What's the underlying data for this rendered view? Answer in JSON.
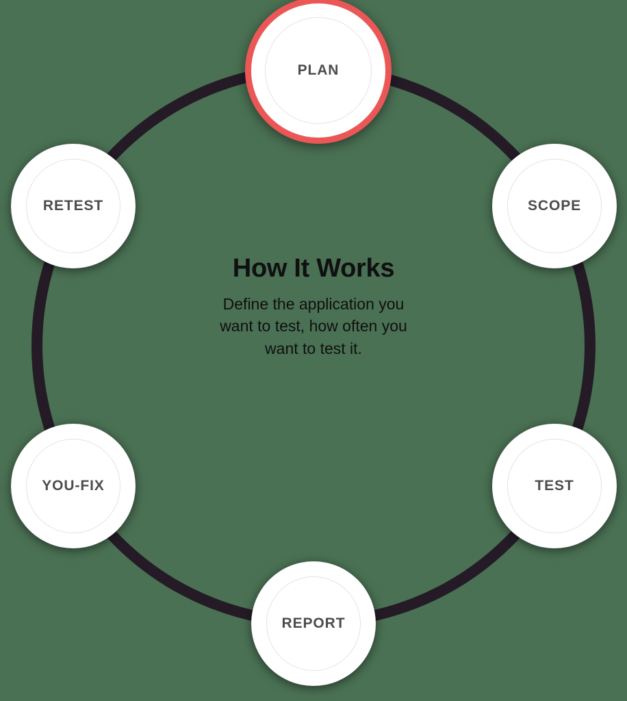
{
  "diagram": {
    "type": "cycle",
    "title": "How It Works",
    "description": "Define the application you want to test, how often you want to test it.",
    "description_lines": [
      "Define the application you",
      "want to test, how often you",
      "want to test it."
    ],
    "background_color": "#4a7153",
    "ring_color": "#241b26",
    "active_color": "#eb5757",
    "node_fill": "#ffffff",
    "node_label_color": "#4c4c4c",
    "text_color": "#100f11",
    "nodes": [
      {
        "id": "plan",
        "label": "PLAN",
        "active": true,
        "angle_deg": 270
      },
      {
        "id": "scope",
        "label": "SCOPE",
        "active": false,
        "angle_deg": 330
      },
      {
        "id": "test",
        "label": "TEST",
        "active": false,
        "angle_deg": 30
      },
      {
        "id": "report",
        "label": "REPORT",
        "active": false,
        "angle_deg": 90
      },
      {
        "id": "youfix",
        "label": "YOU-FIX",
        "active": false,
        "angle_deg": 150
      },
      {
        "id": "retest",
        "label": "RETEST",
        "active": false,
        "angle_deg": 210
      }
    ]
  }
}
